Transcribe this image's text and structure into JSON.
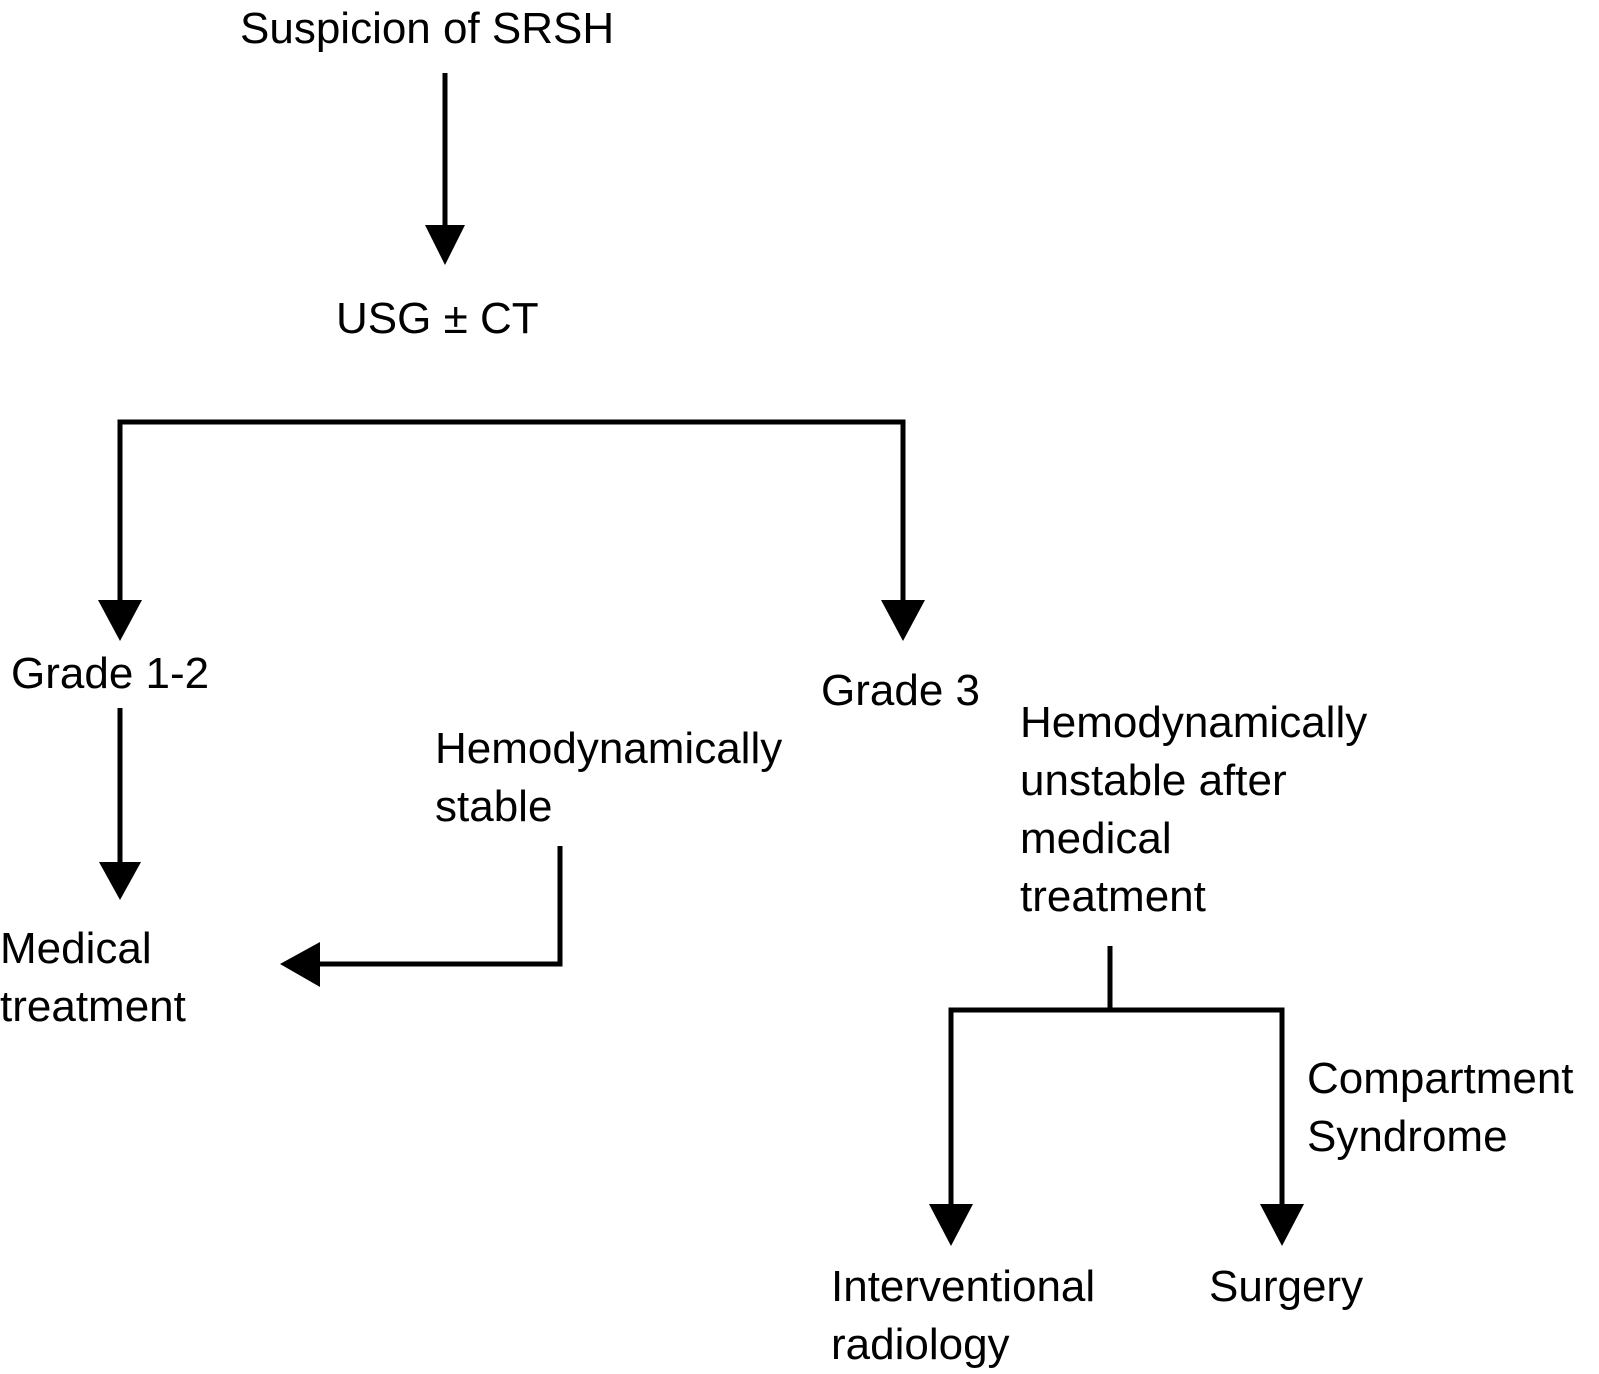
{
  "flowchart": {
    "nodes": {
      "suspicion": {
        "lines": [
          "Suspicion of SRSH"
        ]
      },
      "imaging": {
        "lines": [
          "USG ± CT"
        ]
      },
      "grade12": {
        "lines": [
          "Grade 1-2"
        ]
      },
      "grade3": {
        "lines": [
          "Grade 3"
        ]
      },
      "medical": {
        "lines": [
          "Medical",
          "treatment"
        ]
      },
      "stable": {
        "lines": [
          "Hemodynamically",
          "stable"
        ]
      },
      "unstable": {
        "lines": [
          "Hemodynamically",
          "unstable after",
          "medical",
          "treatment"
        ]
      },
      "interventional": {
        "lines": [
          "Interventional",
          "radiology"
        ]
      },
      "surgery": {
        "lines": [
          "Surgery"
        ]
      },
      "compartment": {
        "lines": [
          "Compartment",
          "Syndrome"
        ]
      }
    },
    "edges": [
      {
        "from": "suspicion",
        "to": "imaging"
      },
      {
        "from": "imaging",
        "to": "grade12"
      },
      {
        "from": "imaging",
        "to": "grade3"
      },
      {
        "from": "grade12",
        "to": "medical"
      },
      {
        "from": "stable",
        "to": "medical"
      },
      {
        "from": "unstable",
        "to": "interventional"
      },
      {
        "from": "unstable",
        "to": "surgery",
        "label": "compartment"
      }
    ],
    "colors": {
      "line": "#000000",
      "text": "#000000",
      "background": "#ffffff"
    }
  }
}
